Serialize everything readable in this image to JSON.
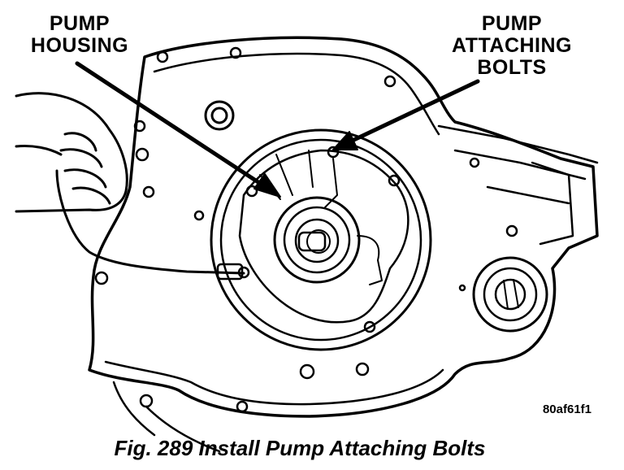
{
  "labels": {
    "pump_housing": [
      "PUMP",
      "HOUSING"
    ],
    "pump_attaching_bolts": [
      "PUMP",
      "ATTACHING",
      "BOLTS"
    ]
  },
  "figure_code": "80af61f1",
  "caption": "Fig. 289 Install Pump Attaching Bolts"
}
